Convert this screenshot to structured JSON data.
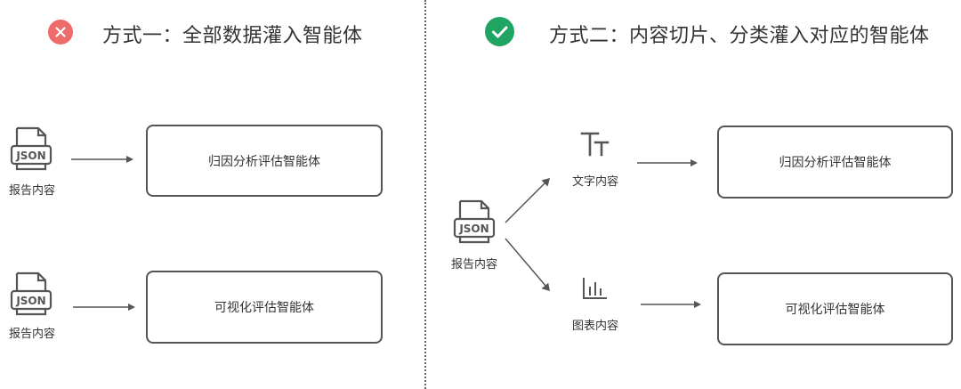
{
  "left": {
    "title": "方式一：全部数据灌入智能体",
    "status": "incorrect",
    "status_color": "#EE6B6B",
    "icon_label": "JSON",
    "rows": [
      {
        "source_label": "报告内容",
        "target_label": "归因分析评估智能体"
      },
      {
        "source_label": "报告内容",
        "target_label": "可视化评估智能体"
      }
    ]
  },
  "right": {
    "title": "方式二：内容切片、分类灌入对应的智能体",
    "status": "correct",
    "status_color": "#1FA561",
    "icon_label": "JSON",
    "source_label": "报告内容",
    "branches": [
      {
        "icon": "text-size-icon",
        "label": "文字内容",
        "target_label": "归因分析评估智能体"
      },
      {
        "icon": "bar-chart-icon",
        "label": "图表内容",
        "target_label": "可视化评估智能体"
      }
    ]
  },
  "colors": {
    "line": "#555555",
    "text": "#333333"
  }
}
